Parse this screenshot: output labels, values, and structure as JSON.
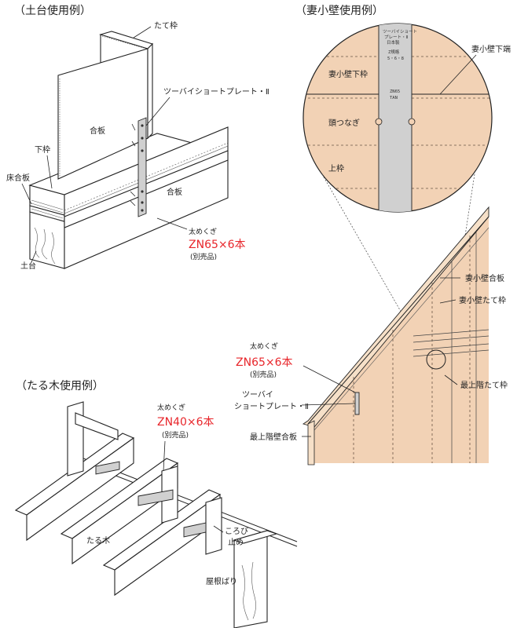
{
  "sections": {
    "dodai": {
      "title": "（土台使用例）",
      "labels": {
        "tatewaku": "たて枠",
        "plate": "ツーバイショートプレート・Ⅱ",
        "gouhan1": "合板",
        "gouhan2": "合板",
        "shitawaku": "下枠",
        "yukagouhan": "床合板",
        "dodai": "土台",
        "nail_label": "太めくぎ",
        "nail_spec": "ZN65×6本",
        "sold": "(別売品)"
      }
    },
    "tsuma": {
      "title": "（妻小壁使用例）",
      "labels": {
        "kabeshitabata": "妻小壁下端",
        "kabeshitawaku": "妻小壁下枠",
        "atamatsunagi": "頭つなぎ",
        "uwawaku": "上枠",
        "kabegouhan": "妻小壁合板",
        "kabetatewaku": "妻小壁たて枠",
        "saijoukai_tatewaku": "最上階たて枠",
        "nail_label": "太めくぎ",
        "nail_spec": "ZN65×6本",
        "sold": "(別売品)",
        "plate_line1": "ツーバイ",
        "plate_line2": "ショートプレート・Ⅱ",
        "saijoukai_gouhan": "最上階壁合板"
      },
      "stamp": [
        "ツーバイショート",
        "プレート・Ⅱ",
        "日本製",
        "Z規格",
        "5・6・8",
        "ZN65",
        "TAN"
      ]
    },
    "taruki": {
      "title": "（たる木使用例）",
      "labels": {
        "nail_label": "太めくぎ",
        "nail_spec": "ZN40×6本",
        "sold": "(別売品)",
        "taruki": "たる木",
        "korobi": "ころび",
        "tome": "止め",
        "yanebari": "屋根ばり"
      }
    }
  }
}
